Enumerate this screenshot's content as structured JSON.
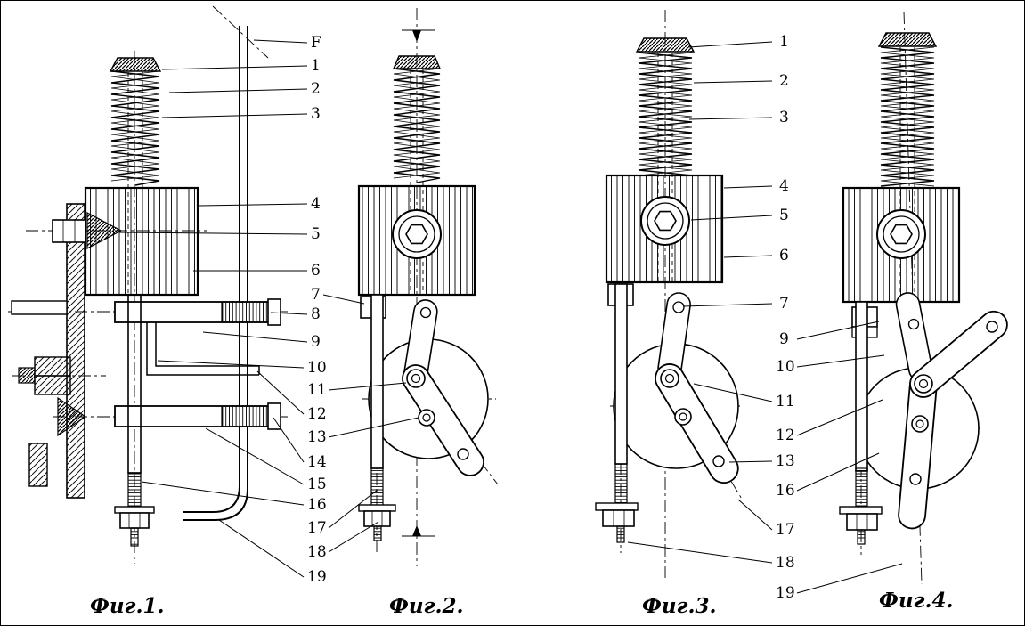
{
  "sheet": {
    "background": "#ffffff",
    "ink": "#000000"
  },
  "figures": [
    {
      "caption": "Фиг.1."
    },
    {
      "caption": "Фиг.2."
    },
    {
      "caption": "Фиг.3."
    },
    {
      "caption": "Фиг.4."
    }
  ],
  "left_column_labels": [
    "F",
    "1",
    "2",
    "3",
    "4",
    "5",
    "6",
    "7",
    "8",
    "9",
    "10",
    "11",
    "12",
    "13",
    "14",
    "15",
    "16",
    "17",
    "18",
    "19"
  ],
  "right_column_labels": [
    "1",
    "2",
    "3",
    "4",
    "5",
    "6",
    "7",
    "9",
    "10",
    "11",
    "12",
    "13",
    "16",
    "17",
    "18",
    "19"
  ]
}
